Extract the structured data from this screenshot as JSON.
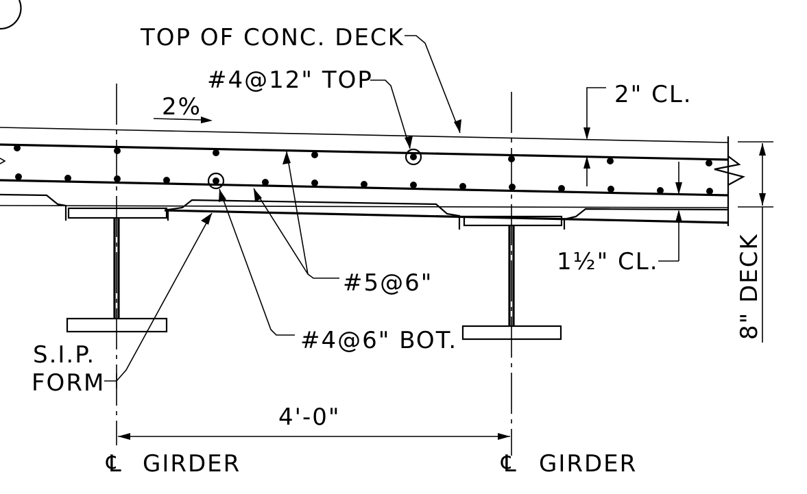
{
  "labels": {
    "top_deck": "TOP OF CONC. DECK",
    "top_bar": "#4@12\" TOP",
    "slope": "2%",
    "top_clear": "2\" CL.",
    "dist_bar": "#5@6\"",
    "bot_bar": "#4@6\" BOT.",
    "bot_clear": "1½\" CL.",
    "deck_depth": "8\" DECK",
    "sip_line1": "S.I.P.",
    "sip_line2": "FORM",
    "spacing": "4'-0\"",
    "cl_symbol": "℄",
    "girder_left": "GIRDER",
    "girder_right": "GIRDER"
  }
}
